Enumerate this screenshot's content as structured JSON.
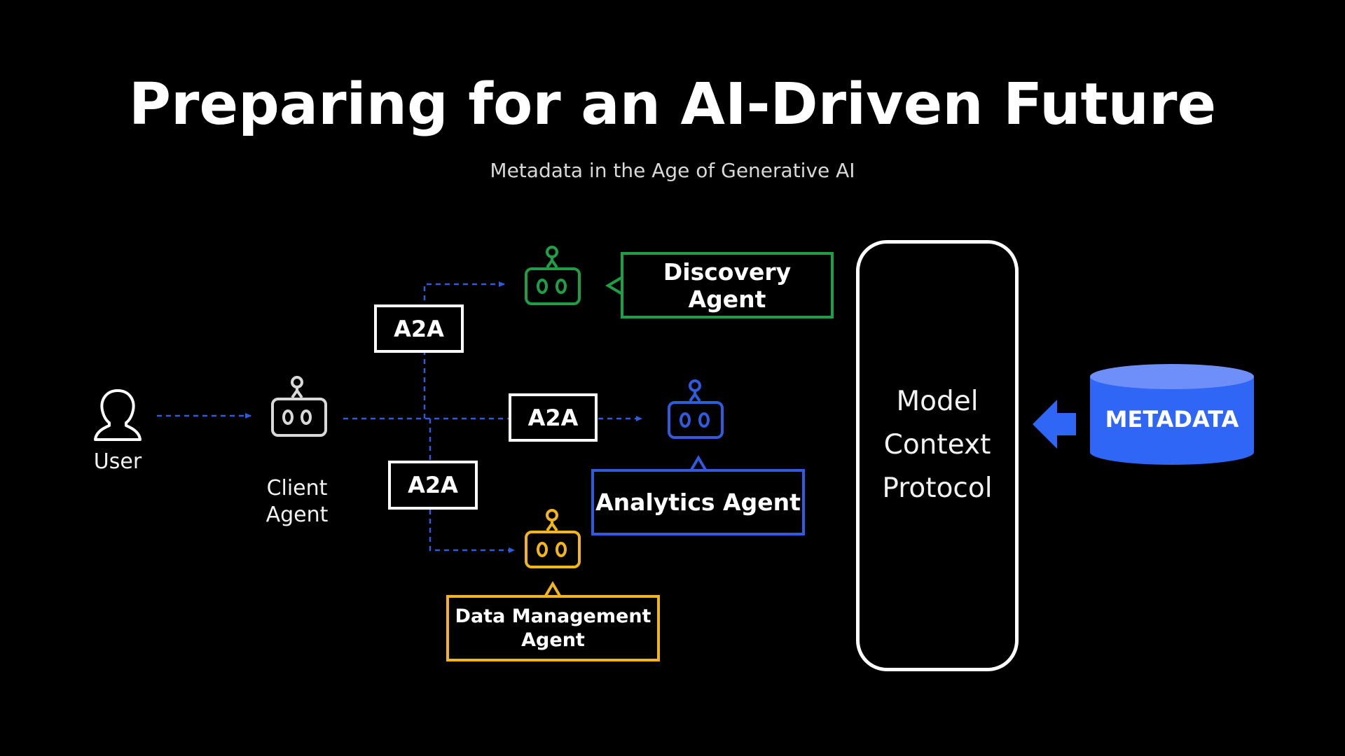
{
  "title": "Preparing for an AI-Driven Future",
  "subtitle": "Metadata in the Age of Generative AI",
  "nodes": {
    "user": {
      "label": "User",
      "icon": "user-icon"
    },
    "client_agent": {
      "label_line1": "Client",
      "label_line2": "Agent",
      "icon": "robot-icon"
    },
    "discovery_agent": {
      "label": "Discovery Agent",
      "icon": "robot-icon",
      "color": "#1e9e45"
    },
    "analytics_agent": {
      "label": "Analytics Agent",
      "icon": "robot-icon",
      "color": "#2f5bde"
    },
    "data_management_agent": {
      "label_line1": "Data Management",
      "label_line2": "Agent",
      "icon": "robot-icon",
      "color": "#f2b51c"
    }
  },
  "protocol_labels": {
    "top": "A2A",
    "middle": "A2A",
    "bottom": "A2A"
  },
  "mcp": {
    "line1": "Model",
    "line2": "Context",
    "line3": "Protocol"
  },
  "metadata_store": {
    "label": "METADATA",
    "color": "#2f66f5"
  },
  "colors": {
    "background": "#000000",
    "connector": "#2f5bde",
    "client_icon": "#d9d9d9"
  }
}
